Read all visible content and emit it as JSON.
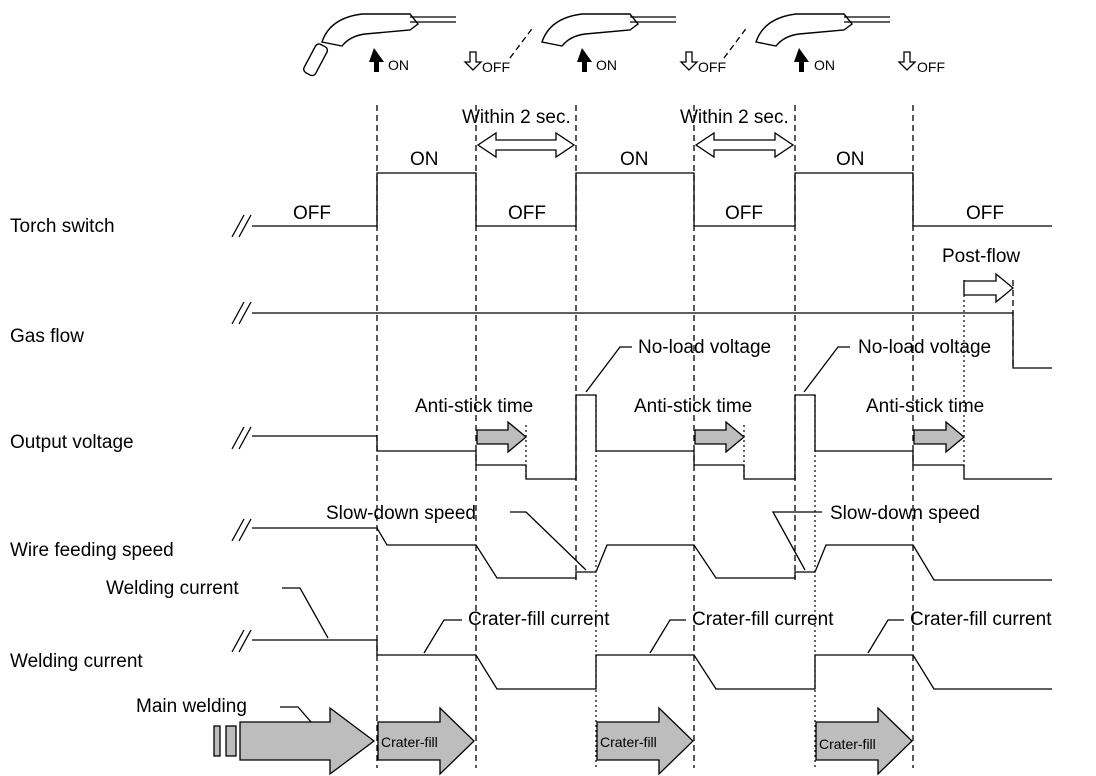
{
  "rows": {
    "torch_switch": "Torch switch",
    "gas_flow": "Gas flow",
    "output_voltage": "Output voltage",
    "wire_feeding_speed": "Wire feeding speed",
    "welding_current": "Welding current"
  },
  "torch_icons": {
    "on": "ON",
    "off": "OFF"
  },
  "states": {
    "on": "ON",
    "off": "OFF"
  },
  "annotations": {
    "within_2_sec": "Within 2 sec.",
    "post_flow": "Post-flow",
    "no_load_voltage": "No-load voltage",
    "anti_stick_time": "Anti-stick time",
    "slow_down_speed": "Slow-down speed",
    "welding_current": "Welding current",
    "crater_fill_current": "Crater-fill current",
    "main_welding": "Main welding",
    "crater_fill": "Crater-fill"
  }
}
